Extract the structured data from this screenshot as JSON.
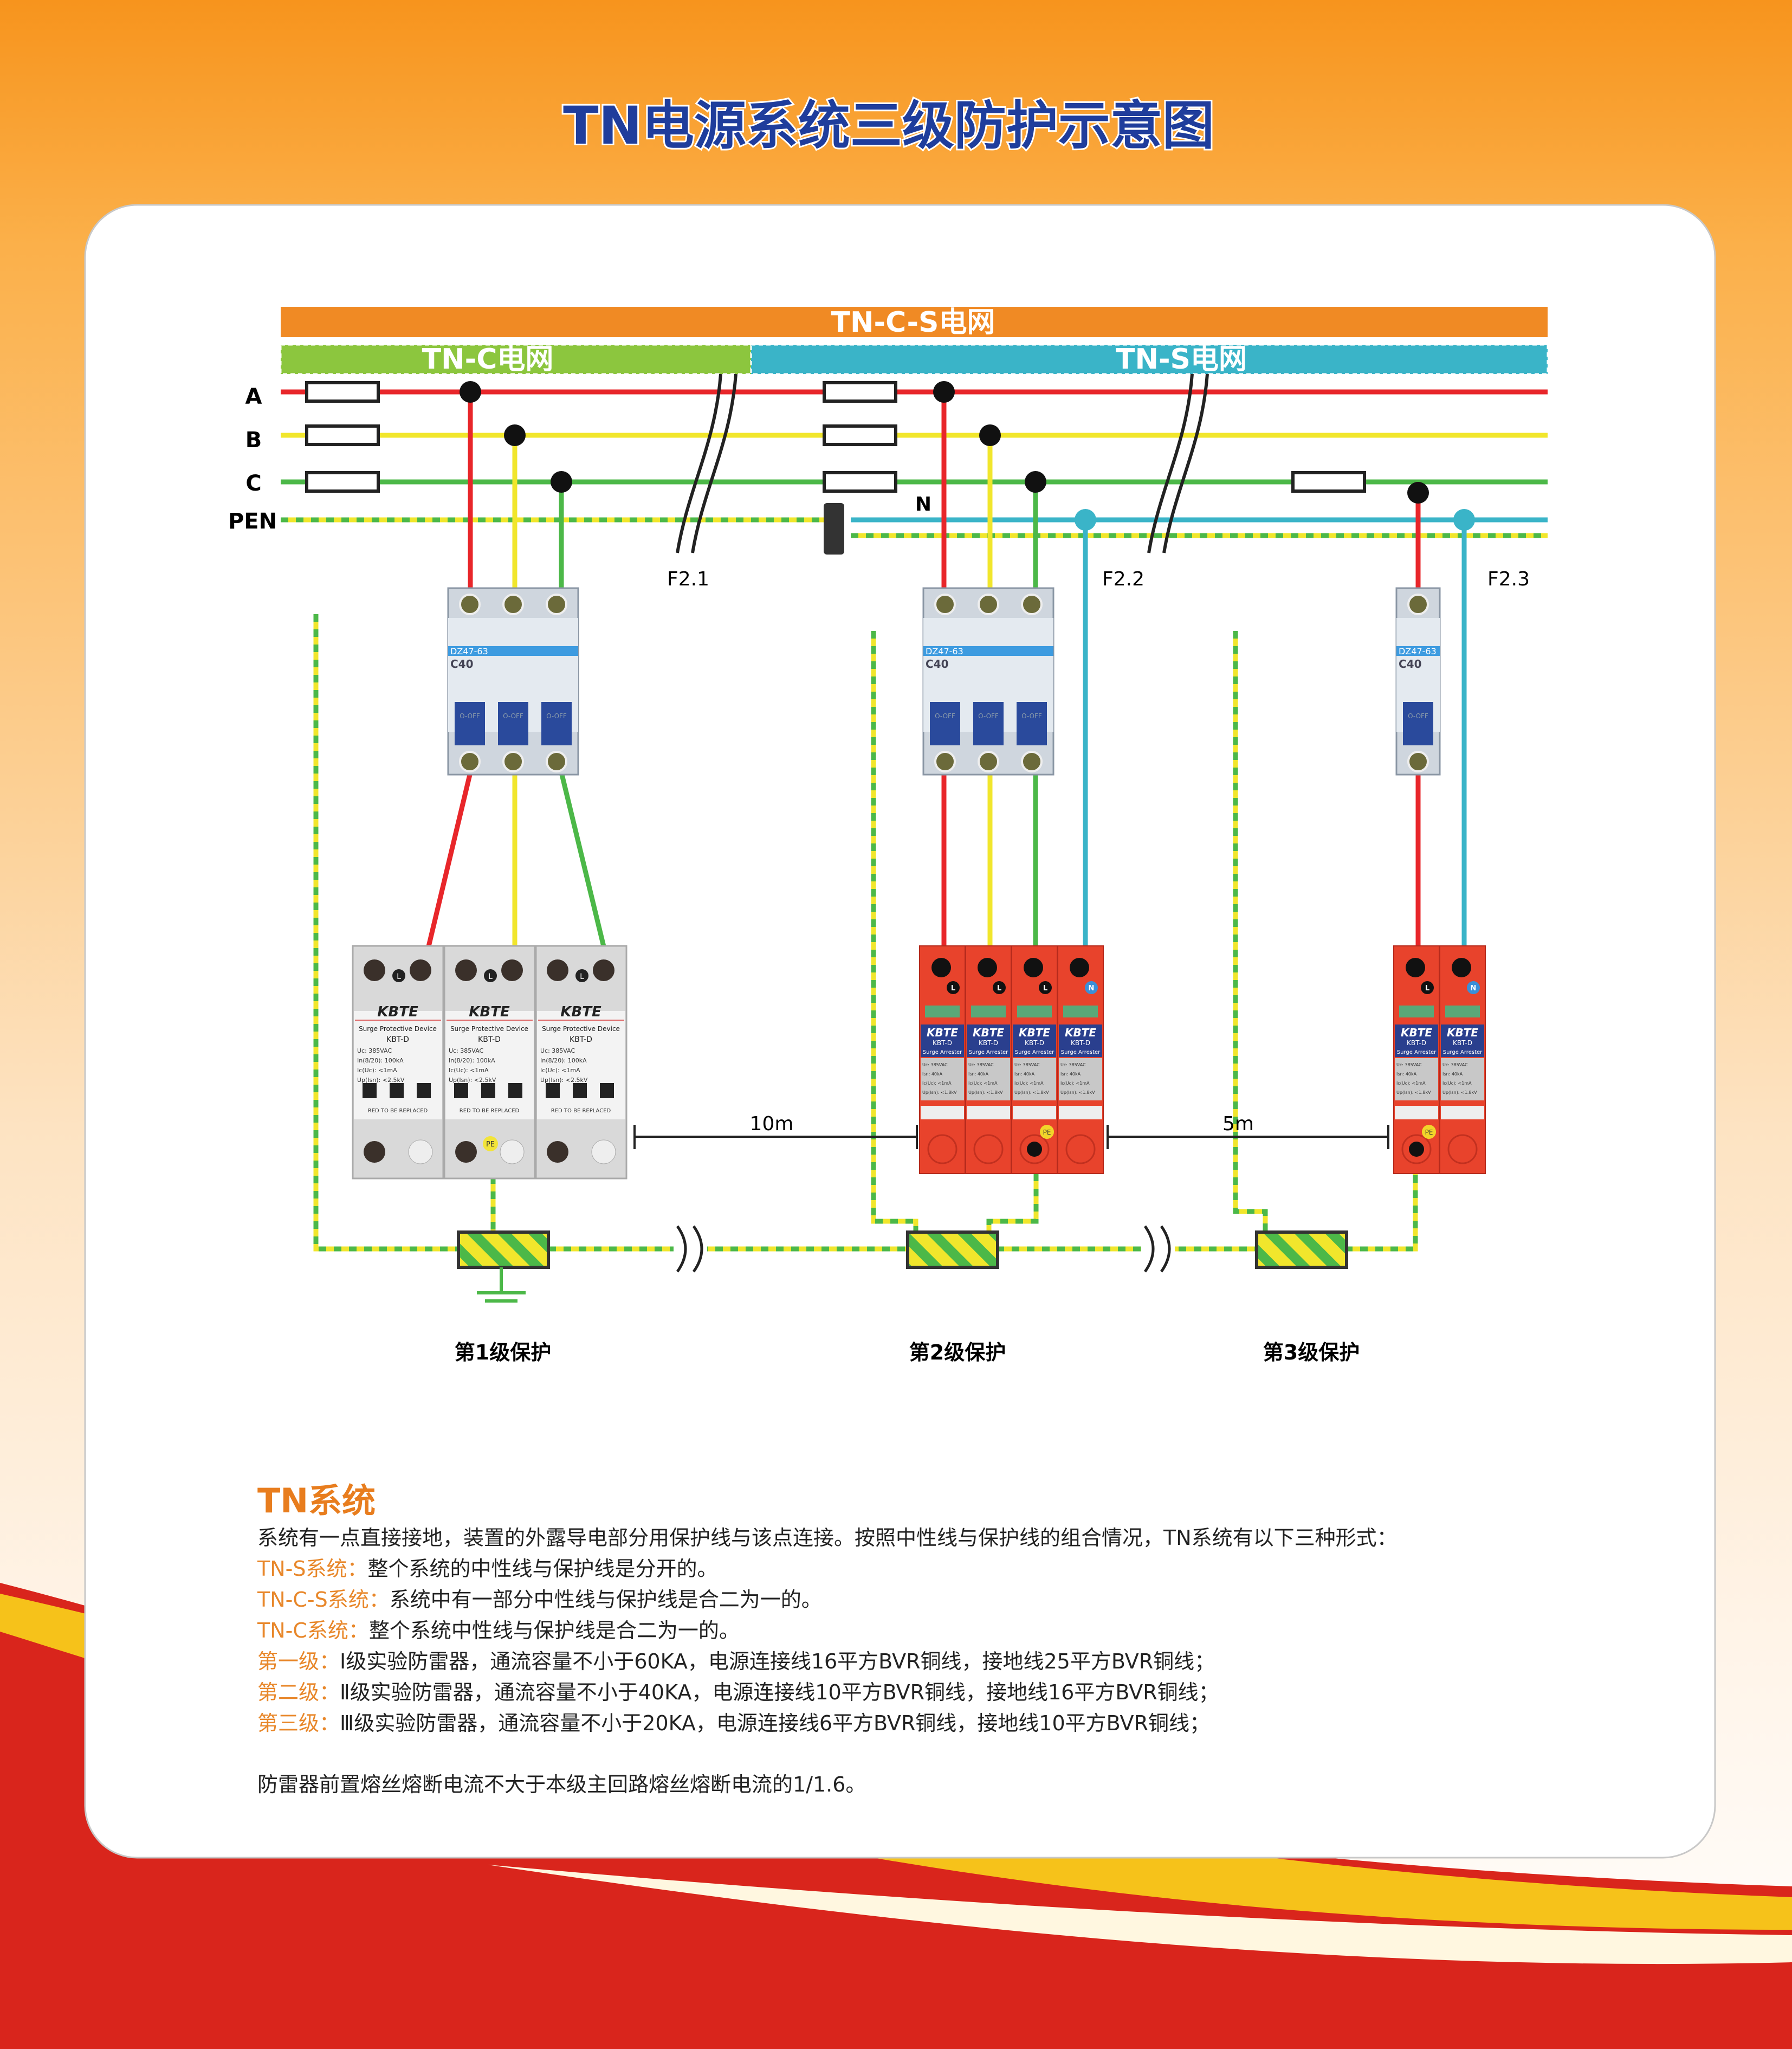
{
  "title": "TN电源系统三级防护示意图",
  "networks": {
    "tncs": "TN-C-S电网",
    "tnc": "TN-C电网",
    "tns": "TN-S电网"
  },
  "lines": {
    "a": "A",
    "b": "B",
    "c": "C",
    "pen": "PEN",
    "n": "N"
  },
  "fuse_labels": {
    "f21": "F2.1",
    "f22": "F2.2",
    "f23": "F2.3"
  },
  "distances": {
    "d1": "10m",
    "d2": "5m"
  },
  "levels": {
    "l1": "第1级保护",
    "l2": "第2级保护",
    "l3": "第3级保护"
  },
  "breaker": {
    "model": "DZ47-63",
    "rating": "C40",
    "switch": "O-OFF"
  },
  "spd1": {
    "brand": "KBTE",
    "name": "Surge Protective Device",
    "model": "KBT-D",
    "specs": [
      "Uc:  385VAC",
      "In(8/20): 100kA",
      "Ic(Uc): <1mA",
      "Up(Isn): <2.5kV"
    ],
    "note": "RED TO BE REPLACED",
    "terminal": "L",
    "pe": "PE"
  },
  "spd2": {
    "brand": "KBTE",
    "model": "KBT-D",
    "name": "Surge Arrester",
    "specs": [
      "Uc: 385VAC",
      "Isn: 40kA",
      "Ic(Uc): <1mA",
      "Up(Isn): <1.8kV"
    ],
    "terminal_l": "L",
    "terminal_n": "N",
    "pe": "PE"
  },
  "text": {
    "heading": "TN系统",
    "intro": "系统有一点直接接地，装置的外露导电部分用保护线与该点连接。按照中性线与保护线的组合情况，TN系统有以下三种形式：",
    "items": [
      {
        "label": "TN-S系统：",
        "body": "整个系统的中性线与保护线是分开的。"
      },
      {
        "label": "TN-C-S系统：",
        "body": "系统中有一部分中性线与保护线是合二为一的。"
      },
      {
        "label": "TN-C系统：",
        "body": "整个系统中性线与保护线是合二为一的。"
      },
      {
        "label": "第一级：",
        "body": "Ⅰ级实验防雷器，通流容量不小于60KA，电源连接线16平方BVR铜线，接地线25平方BVR铜线；"
      },
      {
        "label": "第二级：",
        "body": "Ⅱ级实验防雷器，通流容量不小于40KA，电源连接线10平方BVR铜线，接地线16平方BVR铜线；"
      },
      {
        "label": "第三级：",
        "body": "Ⅲ级实验防雷器，通流容量不小于20KA，电源连接线6平方BVR铜线，接地线10平方BVR铜线；"
      }
    ],
    "footer": "防雷器前置熔丝熔断电流不大于本级主回路熔丝熔断电流的1/1.6。"
  },
  "colors": {
    "orange": "#f08a24",
    "red": "#e8262a",
    "yellow": "#f1e62c",
    "green": "#4cb848",
    "cyan": "#3ab4c8",
    "title": "#1f3d9c"
  }
}
